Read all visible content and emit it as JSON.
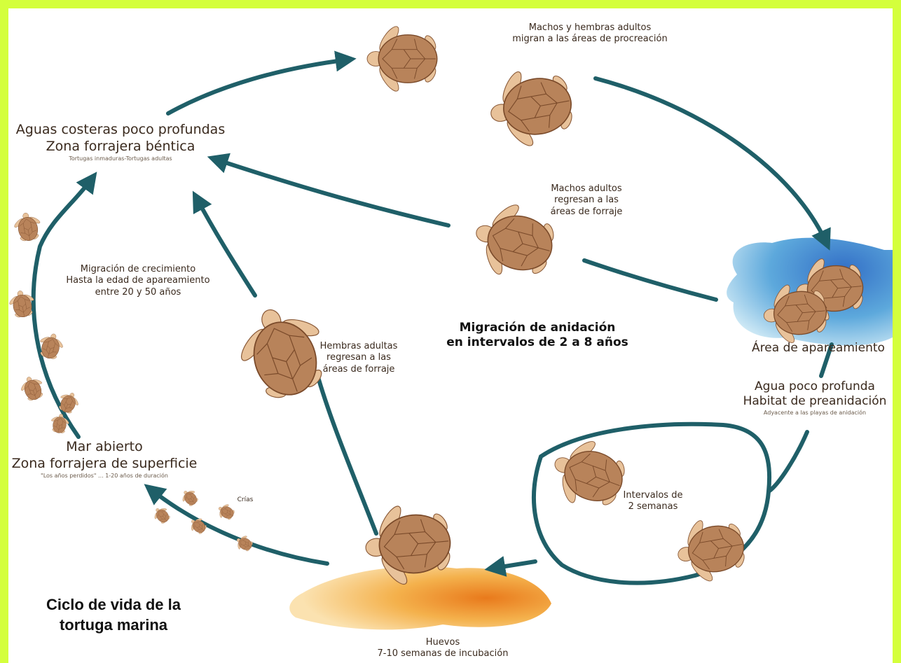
{
  "colors": {
    "frame": "#d4ff3c",
    "arrow": "#1f5f68",
    "turtle_shell": "#b8835a",
    "turtle_skin": "#e8c29a",
    "water": "#2a6fc4",
    "sand": "#f2a53a"
  },
  "title": {
    "line1": "Ciclo de vida de la",
    "line2": "tortuga marina"
  },
  "center": {
    "line1": "Migración de anidación",
    "line2": "en intervalos de 2 a 8 años"
  },
  "labels": {
    "adults_migrate": {
      "line1": "Machos y hembras adultos",
      "line2": "migran a las áreas de procreación"
    },
    "males_return": {
      "line1": "Machos adultos",
      "line2": "regresan a las",
      "line3": "áreas de forraje"
    },
    "coastal": {
      "line1": "Aguas costeras poco profundas",
      "line2": "Zona forrajera béntica",
      "sub": "Tortugas inmaduras-Tortugas adultas"
    },
    "growth": {
      "line1": "Migración de crecimiento",
      "line2": "Hasta la edad de apareamiento",
      "line3": "entre 20 y 50 años"
    },
    "females_return": {
      "line1": "Hembras adultas",
      "line2": "regresan a las",
      "line3": "áreas de forraje"
    },
    "mating": {
      "line1": "Área de apareamiento"
    },
    "preanidacion": {
      "line1": "Agua poco profunda",
      "line2": "Habitat de preanidación",
      "sub": "Adyacente a las playas de anidación"
    },
    "intervals": {
      "line1": "Intervalos de",
      "line2": "2 semanas"
    },
    "open_sea": {
      "line1": "Mar abierto",
      "line2": "Zona forrajera de superficie",
      "sub": "\"Los años perdidos\" ... 1-20 años de duración"
    },
    "hatchlings": {
      "line1": "Crías"
    },
    "eggs": {
      "line1": "Huevos",
      "line2": "7-10 semanas de incubación"
    }
  }
}
